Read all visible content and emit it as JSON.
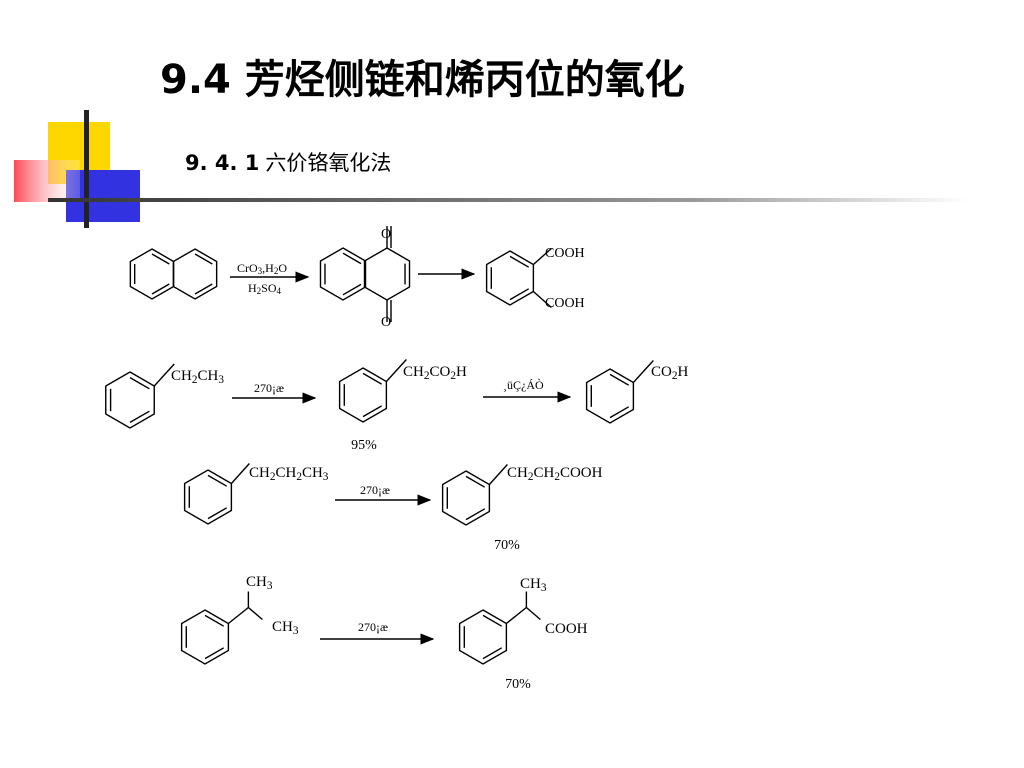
{
  "slide": {
    "title": "9.4 芳烃侧链和烯丙位的氧化",
    "subsection_number": "9. 4. 1",
    "subsection_title": "六价铬氧化法"
  },
  "colors": {
    "yellow": "#ffd700",
    "blue": "#3232e0",
    "red": "#ff4a55",
    "rule": "#333333"
  },
  "reactions": [
    {
      "substrate": "naphthalene",
      "reagent_line1": [
        "CrO",
        "3",
        ",H",
        "2",
        "O"
      ],
      "reagent_line2": [
        "H",
        "2",
        "SO",
        "4"
      ],
      "intermediate_top_o": "O",
      "intermediate_bottom_o": "O",
      "product_group_top": "COOH",
      "product_group_bottom": "COOH"
    },
    {
      "substrate_group": [
        "CH",
        "2",
        "CH",
        "3"
      ],
      "conditions_1": "270¡æ",
      "intermediate_group": [
        "CH",
        "2",
        "CO",
        "2",
        "H"
      ],
      "conditions_2": "¸üÇ¿ÁÒ",
      "product_group": [
        "CO",
        "2",
        "H"
      ],
      "yield": "95%"
    },
    {
      "substrate_group": [
        "CH",
        "2",
        "CH",
        "2",
        "CH",
        "3"
      ],
      "conditions": "270¡æ",
      "product_group": [
        "CH",
        "2",
        "CH",
        "2",
        "COOH"
      ],
      "yield": "70%"
    },
    {
      "substrate_top": [
        "CH",
        "3"
      ],
      "substrate_bottom": [
        "CH",
        "3"
      ],
      "conditions": "270¡æ",
      "product_top": [
        "CH",
        "3"
      ],
      "product_bottom": "COOH",
      "yield": "70%"
    }
  ]
}
